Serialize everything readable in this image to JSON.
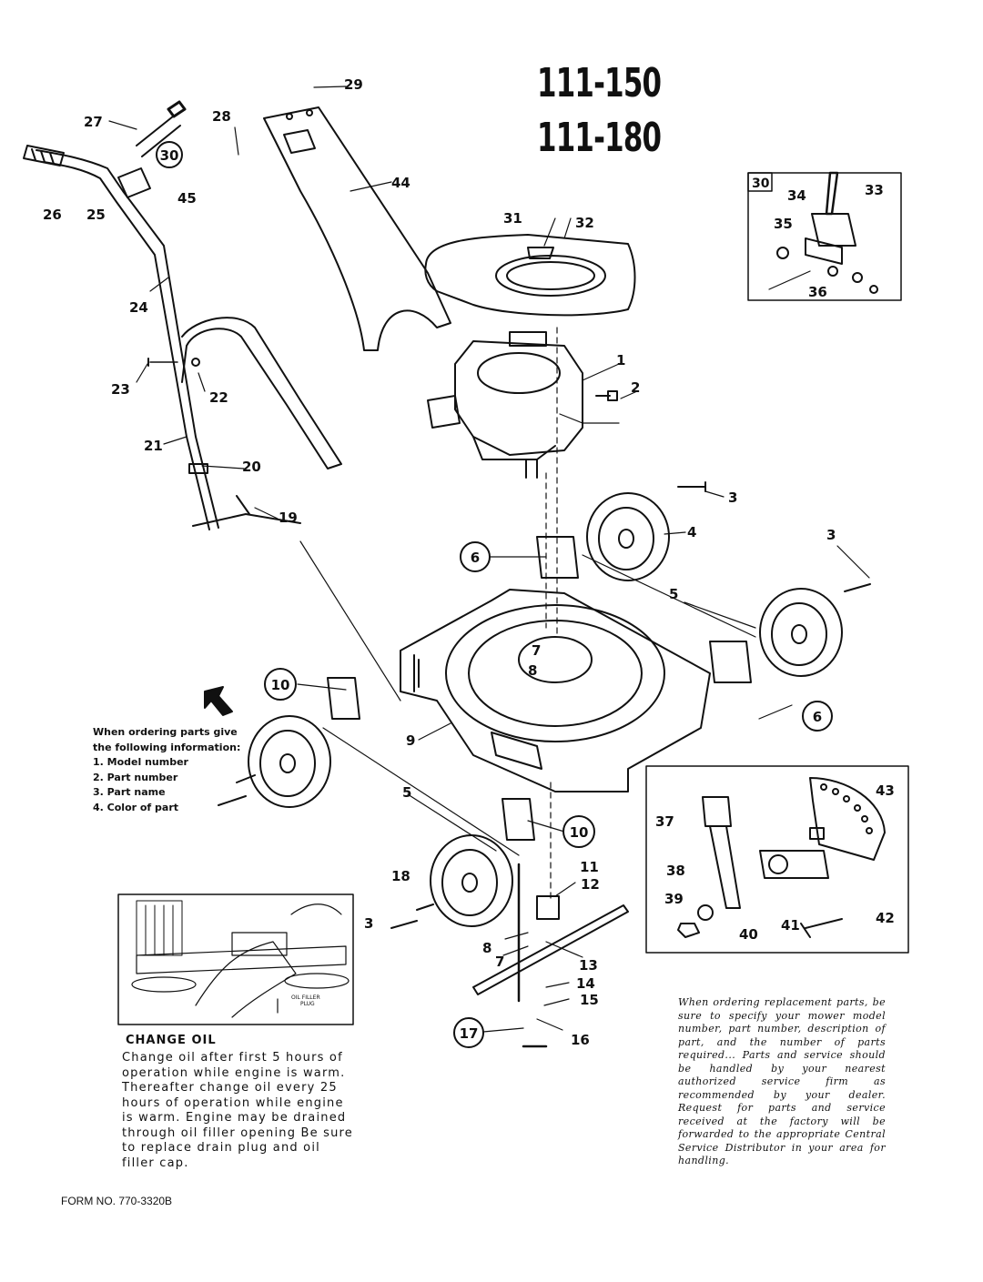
{
  "models": [
    "111-150",
    "111-180"
  ],
  "order_info": {
    "intro_line1": "When ordering parts give",
    "intro_line2": "the following information:",
    "items": [
      "1. Model number",
      "2. Part number",
      "3. Part name",
      "4. Color of part"
    ]
  },
  "change_oil": {
    "title": "CHANGE OIL",
    "text": "Change oil after first 5 hours of operation while engine is warm. Thereafter change oil every 25 hours of operation while engine is warm. Engine may be drained through oil filler opening Be sure to replace drain plug and oil filler cap.",
    "image_label_line1": "OIL FILLER",
    "image_label_line2": "PLUG"
  },
  "replacement_notice": "When ordering replacement parts, be sure to specify your mower model number, part number, description of part, and the number of parts required... Parts and service should be handled by your nearest authorized service firm as recommended by your dealer. Request for parts and service received at the factory will be forwarded to the appropriate Central Service Distributor in your area for handling.",
  "form_number": "FORM NO. 770-3320B",
  "callouts": {
    "c1": "1",
    "c2": "2",
    "c3a": "3",
    "c3b": "3",
    "c3c": "3",
    "c4": "4",
    "c5a": "5",
    "c5b": "5",
    "c6a": "6",
    "c6b": "6",
    "c7a": "7",
    "c7b": "7",
    "c8a": "8",
    "c8b": "8",
    "c9": "9",
    "c10a": "10",
    "c10b": "10",
    "c11": "11",
    "c12": "12",
    "c13": "13",
    "c14": "14",
    "c15": "15",
    "c16": "16",
    "c17": "17",
    "c18": "18",
    "c19": "19",
    "c20": "20",
    "c21": "21",
    "c22": "22",
    "c23": "23",
    "c24": "24",
    "c25": "25",
    "c26": "26",
    "c27": "27",
    "c28": "28",
    "c29": "29",
    "c30a": "30",
    "c30b": "30",
    "c31": "31",
    "c32": "32",
    "c33": "33",
    "c34": "34",
    "c35": "35",
    "c36": "36",
    "c37": "37",
    "c38": "38",
    "c39": "39",
    "c40": "40",
    "c41": "41",
    "c42": "42",
    "c43": "43",
    "c44": "44",
    "c45": "45"
  }
}
